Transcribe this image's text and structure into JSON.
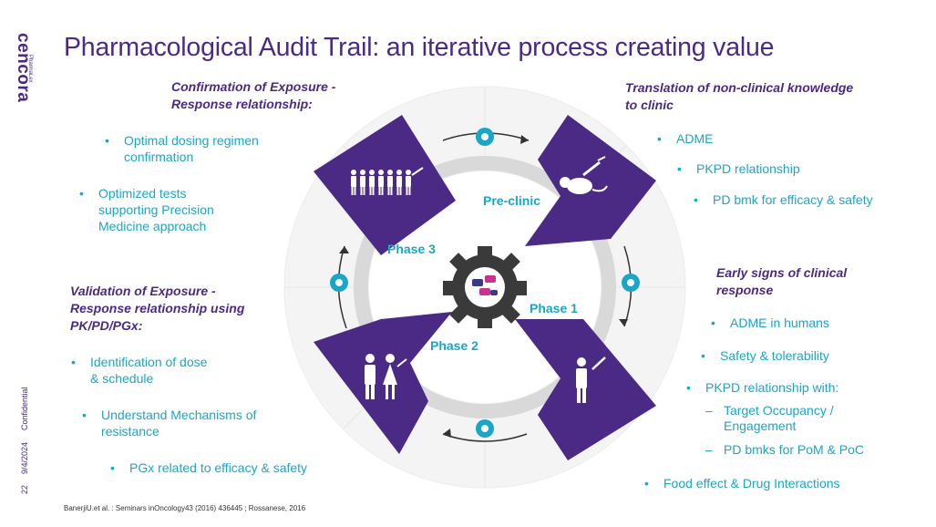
{
  "title": "Pharmacological Audit Trail: an iterative process creating value",
  "brand": {
    "logo": "cencora",
    "sub": "PharmaLex"
  },
  "sidebar": {
    "page": "22",
    "date": "9/4/2024",
    "confidential": "Confidential"
  },
  "footnote": "BanerjiU.et al. : Seminars inOncology43 (2016) 436445 ; Rossanese, 2016",
  "phases": {
    "preclinic": "Pre-clinic",
    "phase1": "Phase 1",
    "phase2": "Phase 2",
    "phase3": "Phase 3"
  },
  "top_left": {
    "heading": [
      "Confirmation of Exposure -",
      "Response relationship:"
    ],
    "bullets": [
      [
        "Optimal dosing regimen",
        "confirmation"
      ],
      [
        "Optimized tests",
        "supporting Precision",
        "Medicine approach"
      ]
    ]
  },
  "bottom_left": {
    "heading": [
      "Validation of Exposure -",
      "Response relationship using",
      "PK/PD/PGx:"
    ],
    "bullets": [
      [
        "Identification of dose",
        "& schedule"
      ],
      [
        "Understand Mechanisms of",
        "resistance"
      ],
      [
        "PGx related to efficacy & safety"
      ]
    ]
  },
  "top_right": {
    "heading": [
      "Translation of non-clinical knowledge",
      "to clinic"
    ],
    "bullets": [
      "ADME",
      "PKPD relationship",
      "PD bmk for efficacy & safety"
    ]
  },
  "bottom_right": {
    "heading": [
      "Early signs of clinical",
      "response"
    ],
    "bullets": [
      "ADME in humans",
      "Safety & tolerability",
      "PKPD relationship with:"
    ],
    "dashes": [
      [
        "Target Occupancy /",
        "Engagement"
      ],
      [
        "PD bmks for PoM & PoC"
      ]
    ],
    "last_bullet": "Food effect & Drug Interactions"
  },
  "colors": {
    "purple": "#4b2a86",
    "teal": "#1aa6c7",
    "ring": "#d9d9d9",
    "disc": "#f4f4f4"
  }
}
